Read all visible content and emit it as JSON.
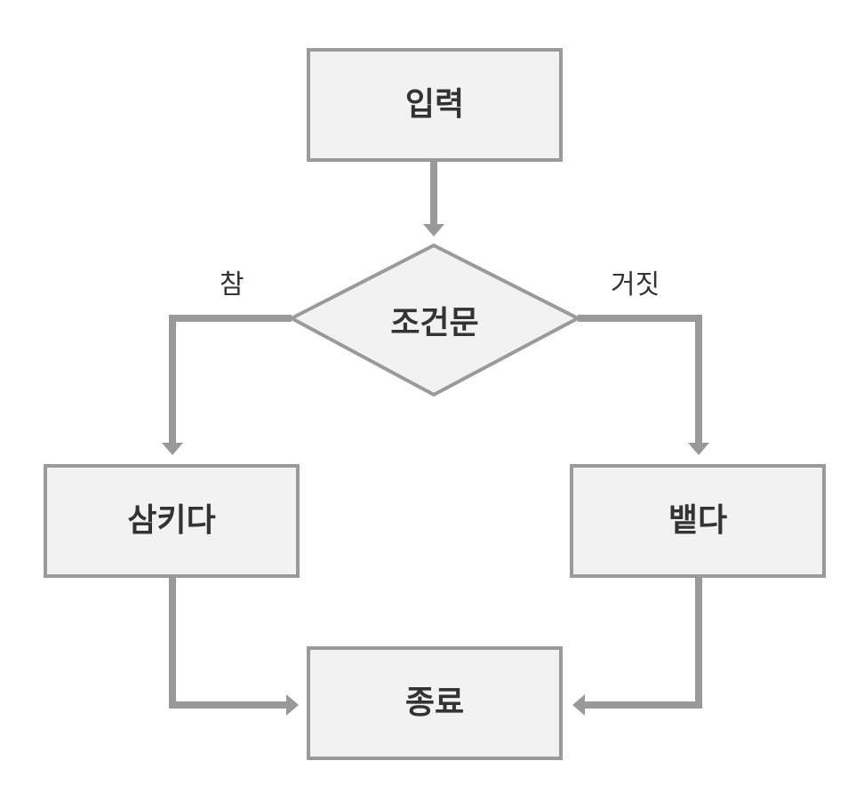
{
  "nodes": {
    "input": "입력",
    "condition": "조건문",
    "true_action": "삼키다",
    "false_action": "뱉다",
    "end": "종료"
  },
  "branches": {
    "true_label": "참",
    "false_label": "거짓"
  },
  "colors": {
    "node_fill": "#f2f2f2",
    "node_border": "#9a9a9a",
    "connector": "#999999",
    "text": "#333333"
  }
}
